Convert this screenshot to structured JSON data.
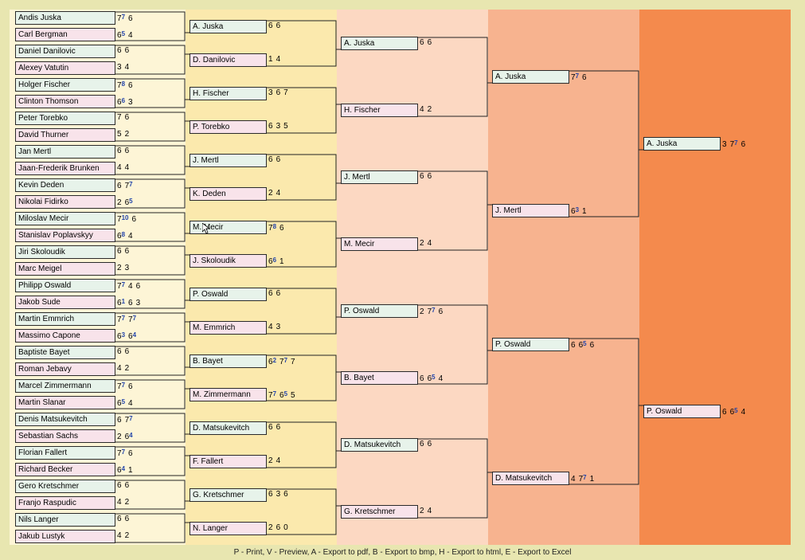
{
  "colors": {
    "round_backgrounds": [
      "#fdf5d6",
      "#fbe9ad",
      "#fcd8c2",
      "#f7b38f",
      "#f48a4d"
    ],
    "page_background": "#e8e6b0",
    "box_top": "#e7f3ea",
    "box_bottom": "#f8e3ea",
    "superscript": "#2244aa"
  },
  "rounds": [
    [
      {
        "top": {
          "name": "Andis Juska",
          "score": [
            [
              "7",
              "7"
            ],
            [
              "6"
            ]
          ]
        },
        "bottom": {
          "name": "Carl Bergman",
          "score": [
            [
              "6",
              "5"
            ],
            [
              "4"
            ]
          ]
        }
      },
      {
        "top": {
          "name": "Daniel Danilovic",
          "score": [
            [
              "6"
            ],
            [
              "6"
            ]
          ]
        },
        "bottom": {
          "name": "Alexey Vatutin",
          "score": [
            [
              "3"
            ],
            [
              "4"
            ]
          ]
        }
      },
      {
        "top": {
          "name": "Holger Fischer",
          "score": [
            [
              "7",
              "8"
            ],
            [
              "6"
            ]
          ]
        },
        "bottom": {
          "name": "Clinton Thomson",
          "score": [
            [
              "6",
              "6"
            ],
            [
              "3"
            ]
          ]
        }
      },
      {
        "top": {
          "name": "Peter Torebko",
          "score": [
            [
              "7"
            ],
            [
              "6"
            ]
          ]
        },
        "bottom": {
          "name": "David Thurner",
          "score": [
            [
              "5"
            ],
            [
              "2"
            ]
          ]
        }
      },
      {
        "top": {
          "name": "Jan Mertl",
          "score": [
            [
              "6"
            ],
            [
              "6"
            ]
          ]
        },
        "bottom": {
          "name": "Jaan-Frederik Brunken",
          "score": [
            [
              "4"
            ],
            [
              "4"
            ]
          ]
        }
      },
      {
        "top": {
          "name": "Kevin Deden",
          "score": [
            [
              "6"
            ],
            [
              "7",
              "7"
            ]
          ]
        },
        "bottom": {
          "name": "Nikolai Fidirko",
          "score": [
            [
              "2"
            ],
            [
              "6",
              "5"
            ]
          ]
        }
      },
      {
        "top": {
          "name": "Miloslav Mecir",
          "score": [
            [
              "7",
              "10"
            ],
            [
              "6"
            ]
          ]
        },
        "bottom": {
          "name": "Stanislav Poplavskyy",
          "score": [
            [
              "6",
              "8"
            ],
            [
              "4"
            ]
          ]
        }
      },
      {
        "top": {
          "name": "Jiri Skoloudik",
          "score": [
            [
              "6"
            ],
            [
              "6"
            ]
          ]
        },
        "bottom": {
          "name": "Marc Meigel",
          "score": [
            [
              "2"
            ],
            [
              "3"
            ]
          ]
        }
      },
      {
        "top": {
          "name": "Philipp Oswald",
          "score": [
            [
              "7",
              "7"
            ],
            [
              "4"
            ],
            [
              "6"
            ]
          ]
        },
        "bottom": {
          "name": "Jakob Sude",
          "score": [
            [
              "6",
              "1"
            ],
            [
              "6"
            ],
            [
              "3"
            ]
          ]
        }
      },
      {
        "top": {
          "name": "Martin Emmrich",
          "score": [
            [
              "7",
              "7"
            ],
            [
              "7",
              "7"
            ]
          ]
        },
        "bottom": {
          "name": "Massimo Capone",
          "score": [
            [
              "6",
              "3"
            ],
            [
              "6",
              "4"
            ]
          ]
        }
      },
      {
        "top": {
          "name": "Baptiste Bayet",
          "score": [
            [
              "6"
            ],
            [
              "6"
            ]
          ]
        },
        "bottom": {
          "name": "Roman Jebavy",
          "score": [
            [
              "4"
            ],
            [
              "2"
            ]
          ]
        }
      },
      {
        "top": {
          "name": "Marcel Zimmermann",
          "score": [
            [
              "7",
              "7"
            ],
            [
              "6"
            ]
          ]
        },
        "bottom": {
          "name": "Martin Slanar",
          "score": [
            [
              "6",
              "5"
            ],
            [
              "4"
            ]
          ]
        }
      },
      {
        "top": {
          "name": "Denis Matsukevitch",
          "score": [
            [
              "6"
            ],
            [
              "7",
              "7"
            ]
          ]
        },
        "bottom": {
          "name": "Sebastian Sachs",
          "score": [
            [
              "2"
            ],
            [
              "6",
              "4"
            ]
          ]
        }
      },
      {
        "top": {
          "name": "Florian Fallert",
          "score": [
            [
              "7",
              "7"
            ],
            [
              "6"
            ]
          ]
        },
        "bottom": {
          "name": "Richard Becker",
          "score": [
            [
              "6",
              "4"
            ],
            [
              "1"
            ]
          ]
        }
      },
      {
        "top": {
          "name": "Gero Kretschmer",
          "score": [
            [
              "6"
            ],
            [
              "6"
            ]
          ]
        },
        "bottom": {
          "name": "Franjo Raspudic",
          "score": [
            [
              "4"
            ],
            [
              "2"
            ]
          ]
        }
      },
      {
        "top": {
          "name": "Nils Langer",
          "score": [
            [
              "6"
            ],
            [
              "6"
            ]
          ]
        },
        "bottom": {
          "name": "Jakub Lustyk",
          "score": [
            [
              "4"
            ],
            [
              "2"
            ]
          ]
        }
      }
    ],
    [
      {
        "top": {
          "name": "A. Juska",
          "score": [
            [
              "6"
            ],
            [
              "6"
            ]
          ]
        },
        "bottom": {
          "name": "D. Danilovic",
          "score": [
            [
              "1"
            ],
            [
              "4"
            ]
          ]
        }
      },
      {
        "top": {
          "name": "H. Fischer",
          "score": [
            [
              "3"
            ],
            [
              "6"
            ],
            [
              "7"
            ]
          ]
        },
        "bottom": {
          "name": "P. Torebko",
          "score": [
            [
              "6"
            ],
            [
              "3"
            ],
            [
              "5"
            ]
          ]
        }
      },
      {
        "top": {
          "name": "J. Mertl",
          "score": [
            [
              "6"
            ],
            [
              "6"
            ]
          ]
        },
        "bottom": {
          "name": "K. Deden",
          "score": [
            [
              "2"
            ],
            [
              "4"
            ]
          ]
        }
      },
      {
        "top": {
          "name": "M. Mecir",
          "score": [
            [
              "7",
              "8"
            ],
            [
              "6"
            ]
          ]
        },
        "bottom": {
          "name": "J. Skoloudik",
          "score": [
            [
              "6",
              "6"
            ],
            [
              "1"
            ]
          ]
        }
      },
      {
        "top": {
          "name": "P. Oswald",
          "score": [
            [
              "6"
            ],
            [
              "6"
            ]
          ]
        },
        "bottom": {
          "name": "M. Emmrich",
          "score": [
            [
              "4"
            ],
            [
              "3"
            ]
          ]
        }
      },
      {
        "top": {
          "name": "B. Bayet",
          "score": [
            [
              "6",
              "2"
            ],
            [
              "7",
              "7"
            ],
            [
              "7"
            ]
          ]
        },
        "bottom": {
          "name": "M. Zimmermann",
          "score": [
            [
              "7",
              "7"
            ],
            [
              "6",
              "5"
            ],
            [
              "5"
            ]
          ]
        }
      },
      {
        "top": {
          "name": "D. Matsukevitch",
          "score": [
            [
              "6"
            ],
            [
              "6"
            ]
          ]
        },
        "bottom": {
          "name": "F. Fallert",
          "score": [
            [
              "2"
            ],
            [
              "4"
            ]
          ]
        }
      },
      {
        "top": {
          "name": "G. Kretschmer",
          "score": [
            [
              "6"
            ],
            [
              "3"
            ],
            [
              "6"
            ]
          ]
        },
        "bottom": {
          "name": "N. Langer",
          "score": [
            [
              "2"
            ],
            [
              "6"
            ],
            [
              "0"
            ]
          ]
        }
      }
    ],
    [
      {
        "top": {
          "name": "A. Juska",
          "score": [
            [
              "6"
            ],
            [
              "6"
            ]
          ]
        },
        "bottom": {
          "name": "H. Fischer",
          "score": [
            [
              "4"
            ],
            [
              "2"
            ]
          ]
        }
      },
      {
        "top": {
          "name": "J. Mertl",
          "score": [
            [
              "6"
            ],
            [
              "6"
            ]
          ]
        },
        "bottom": {
          "name": "M. Mecir",
          "score": [
            [
              "2"
            ],
            [
              "4"
            ]
          ]
        }
      },
      {
        "top": {
          "name": "P. Oswald",
          "score": [
            [
              "2"
            ],
            [
              "7",
              "7"
            ],
            [
              "6"
            ]
          ]
        },
        "bottom": {
          "name": "B. Bayet",
          "score": [
            [
              "6"
            ],
            [
              "6",
              "5"
            ],
            [
              "4"
            ]
          ]
        }
      },
      {
        "top": {
          "name": "D. Matsukevitch",
          "score": [
            [
              "6"
            ],
            [
              "6"
            ]
          ]
        },
        "bottom": {
          "name": "G. Kretschmer",
          "score": [
            [
              "2"
            ],
            [
              "4"
            ]
          ]
        }
      }
    ],
    [
      {
        "top": {
          "name": "A. Juska",
          "score": [
            [
              "7",
              "7"
            ],
            [
              "6"
            ]
          ]
        },
        "bottom": {
          "name": "J. Mertl",
          "score": [
            [
              "6",
              "3"
            ],
            [
              "1"
            ]
          ]
        }
      },
      {
        "top": {
          "name": "P. Oswald",
          "score": [
            [
              "6"
            ],
            [
              "6",
              "5"
            ],
            [
              "6"
            ]
          ]
        },
        "bottom": {
          "name": "D. Matsukevitch",
          "score": [
            [
              "4"
            ],
            [
              "7",
              "7"
            ],
            [
              "1"
            ]
          ]
        }
      }
    ],
    [
      {
        "top": {
          "name": "A. Juska",
          "score": [
            [
              "3"
            ],
            [
              "7",
              "7"
            ],
            [
              "6"
            ]
          ]
        },
        "bottom": {
          "name": "P. Oswald",
          "score": [
            [
              "6"
            ],
            [
              "6",
              "5"
            ],
            [
              "4"
            ]
          ]
        }
      }
    ]
  ],
  "footer": {
    "text": "P - Print, V - Preview, A - Export to pdf, B - Export to bmp, H - Export to html, E - Export to Excel"
  }
}
